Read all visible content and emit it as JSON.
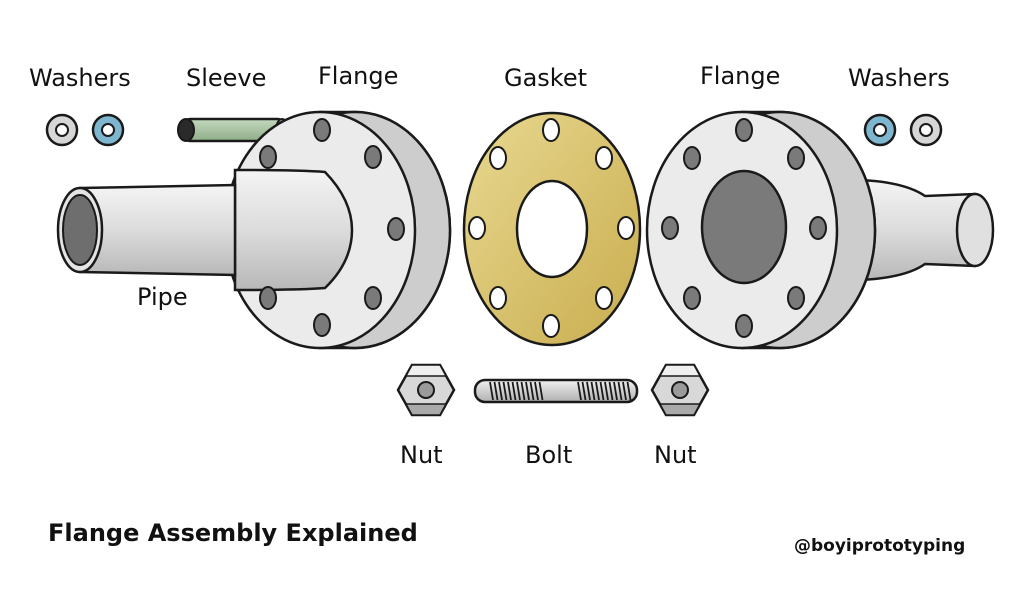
{
  "labels": {
    "washers_left": "Washers",
    "sleeve": "Sleeve",
    "flange_left": "Flange",
    "gasket": "Gasket",
    "flange_right": "Flange",
    "washers_right": "Washers",
    "pipe": "Pipe",
    "nut_left": "Nut",
    "bolt": "Bolt",
    "nut_right": "Nut"
  },
  "caption": "Flange Assembly Explained",
  "handle": "@boyiprototyping",
  "colors": {
    "outline": "#1a1a1a",
    "metal_light": "#ececec",
    "metal_mid": "#cfcfcf",
    "metal_dark": "#8a8a8a",
    "bolt_hole": "#7a7a7a",
    "gasket": "#d9c36b",
    "washer_blue": "#7fb6cf",
    "sleeve_green": "#a8c3a0"
  }
}
